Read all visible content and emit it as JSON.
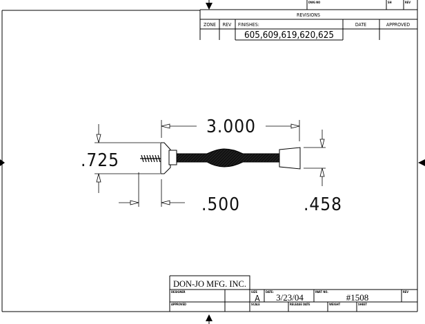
{
  "revisions": {
    "dwg_no_label": "DWG NO",
    "sh_label": "SH",
    "rev_label": "REV",
    "title": "REVISIONS",
    "columns": [
      "ZONE",
      "REV",
      "FINISHES:",
      "DATE",
      "APPROVED"
    ],
    "finishes": "605,609,619,620,625"
  },
  "dimensions": {
    "length": "3.000",
    "base_diameter": ".725",
    "screw_length": ".500",
    "tip_diameter": ".458"
  },
  "title_block": {
    "company": "DON-JO MFG. INC.",
    "designer_label": "DESIGNER",
    "approved_label": "APPROVED",
    "size_label": "SIZE",
    "size": "A",
    "date_label": "DATE:",
    "date": "3/23/04",
    "part_no_label": "PART NO.",
    "part_no": "#1508",
    "rev_label": "REV",
    "scale_label": "SCALE",
    "release_date_label": "RELEASE DATE",
    "weight_label": "WEIGHT",
    "sheet_label": "SHEET"
  }
}
